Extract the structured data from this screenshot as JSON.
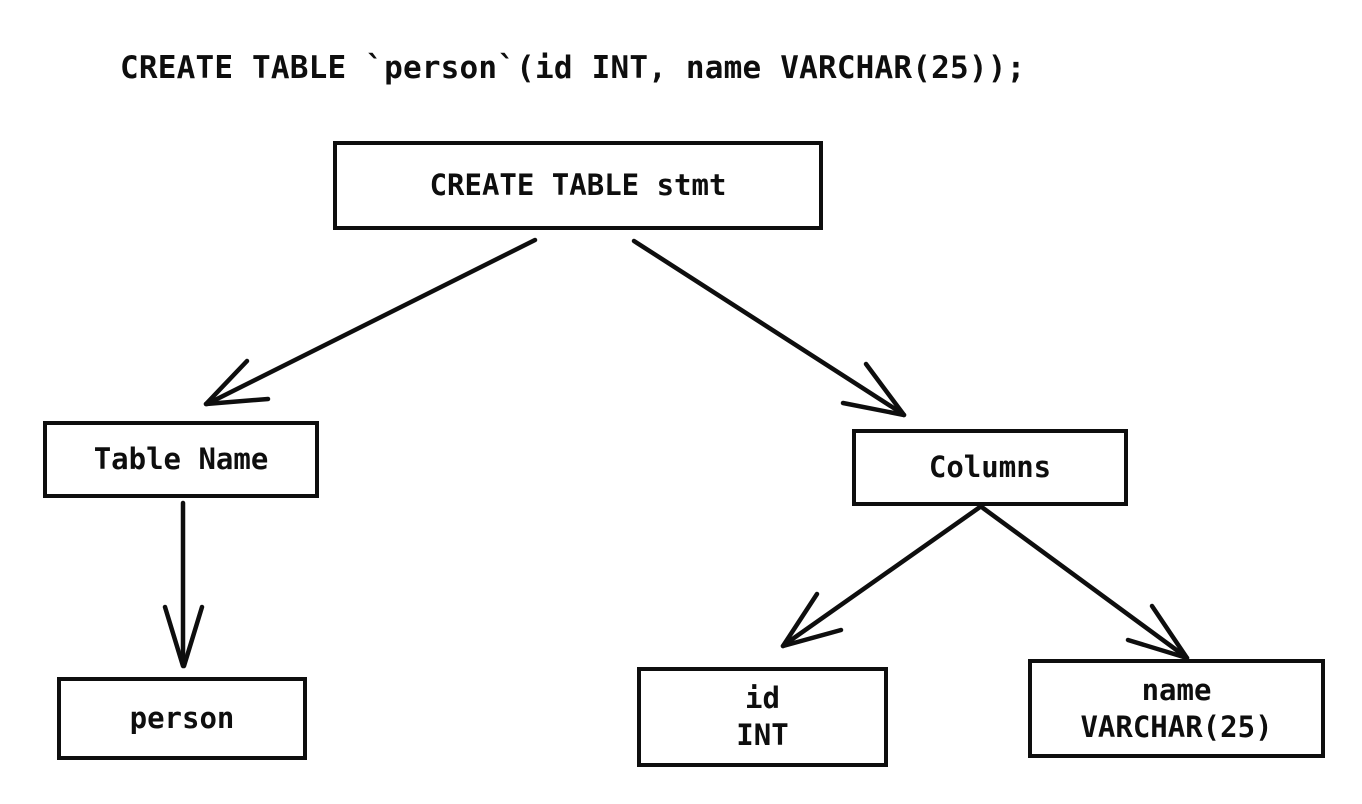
{
  "statement": "CREATE TABLE `person`(id INT, name VARCHAR(25));",
  "tree": {
    "root": {
      "label": "CREATE TABLE stmt"
    },
    "table_name": {
      "label": "Table Name"
    },
    "columns": {
      "label": "Columns"
    },
    "person": {
      "label": "person"
    },
    "id_column": {
      "name": "id",
      "type": "INT"
    },
    "name_column": {
      "name": "name",
      "type": "VARCHAR(25)"
    }
  },
  "edges": [
    {
      "from": "CREATE TABLE stmt",
      "to": "Table Name"
    },
    {
      "from": "CREATE TABLE stmt",
      "to": "Columns"
    },
    {
      "from": "Table Name",
      "to": "person"
    },
    {
      "from": "Columns",
      "to": "id INT"
    },
    {
      "from": "Columns",
      "to": "name VARCHAR(25)"
    }
  ],
  "colors": {
    "ink": "#0e0e0e",
    "background": "#ffffff"
  }
}
